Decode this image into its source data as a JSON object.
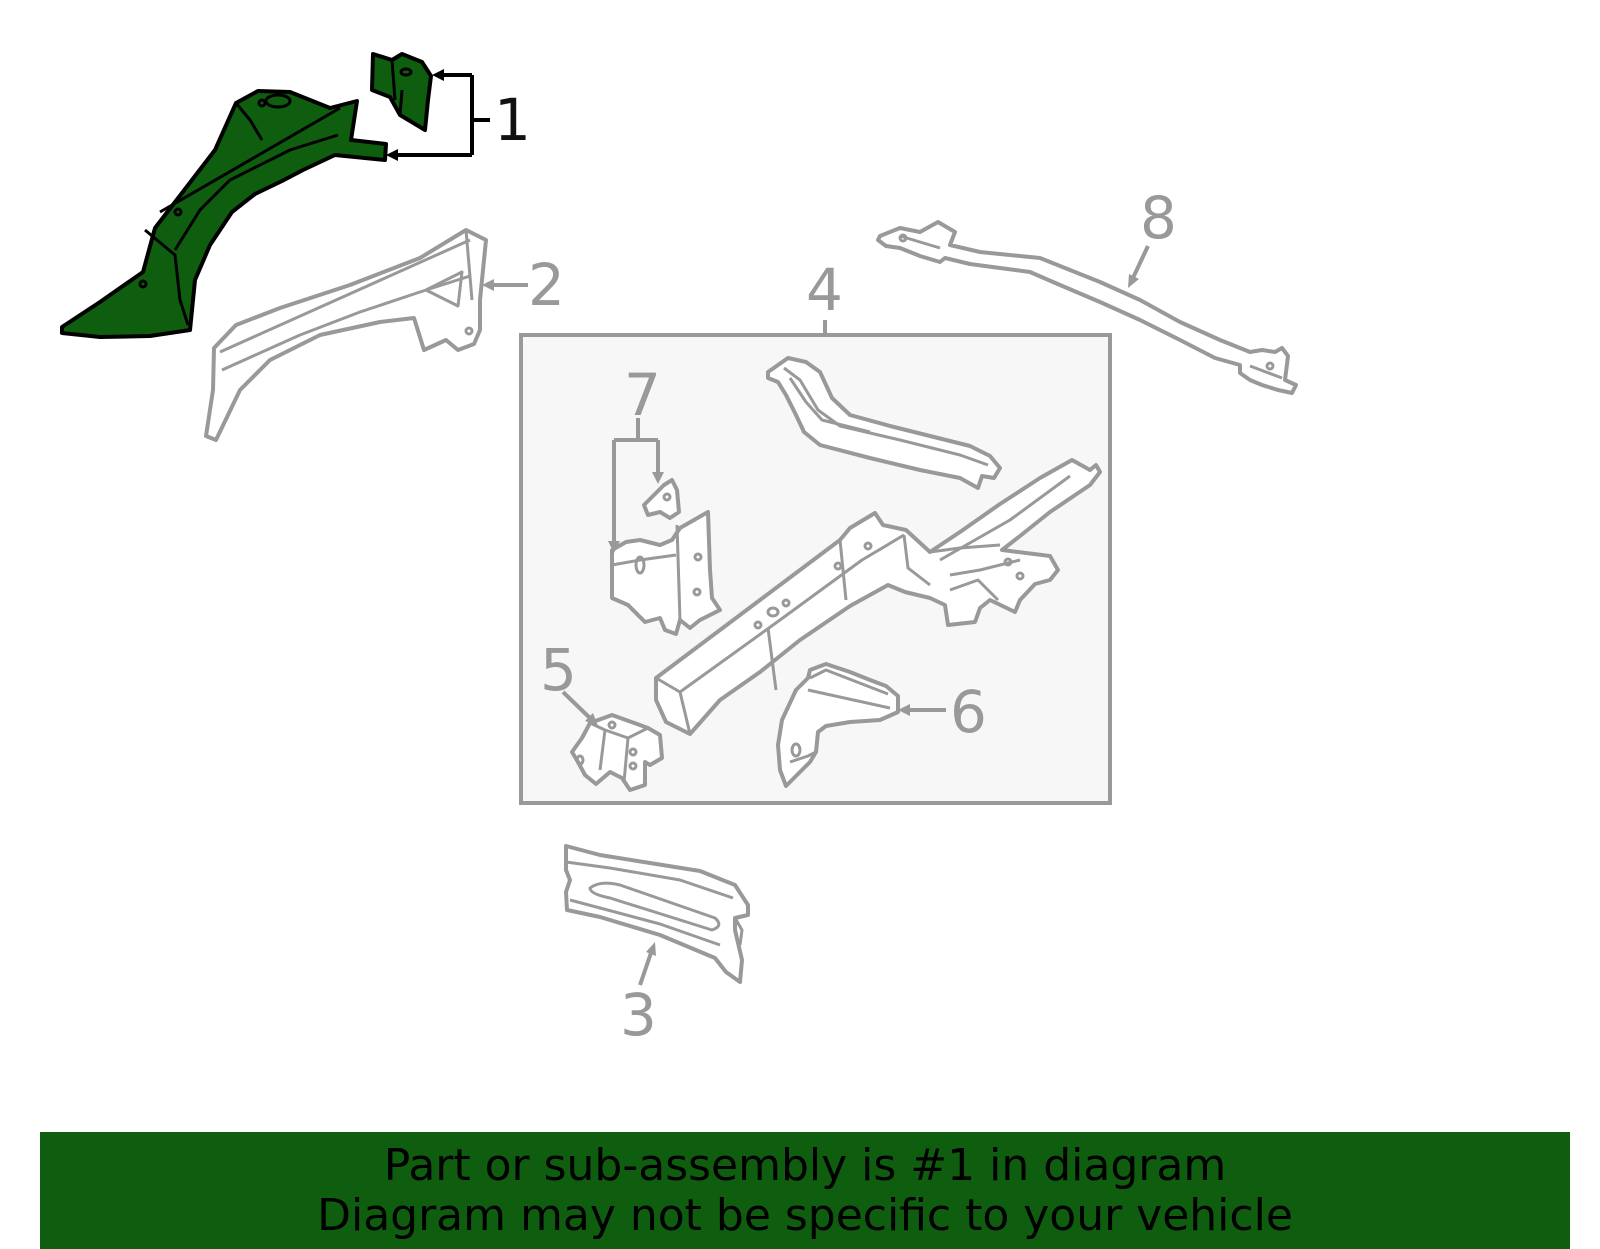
{
  "colors": {
    "highlight": "#0f5e0f",
    "part_stroke": "#999999",
    "label": "#999999",
    "highlight_label": "#111111",
    "assembly_box_fill": "#f7f7f7",
    "banner_bg": "#0f5e0f",
    "banner_text": "#000000"
  },
  "diagram": {
    "highlighted_part": "1",
    "callouts": [
      {
        "id": "1",
        "text": "1",
        "highlighted": true
      },
      {
        "id": "2",
        "text": "2",
        "highlighted": false
      },
      {
        "id": "3",
        "text": "3",
        "highlighted": false
      },
      {
        "id": "4",
        "text": "4",
        "highlighted": false
      },
      {
        "id": "5",
        "text": "5",
        "highlighted": false
      },
      {
        "id": "6",
        "text": "6",
        "highlighted": false
      },
      {
        "id": "7",
        "text": "7",
        "highlighted": false
      },
      {
        "id": "8",
        "text": "8",
        "highlighted": false
      }
    ]
  },
  "banner": {
    "line1": "Part or sub-assembly is #1 in diagram",
    "line2": "Diagram may not be specific to your vehicle"
  }
}
